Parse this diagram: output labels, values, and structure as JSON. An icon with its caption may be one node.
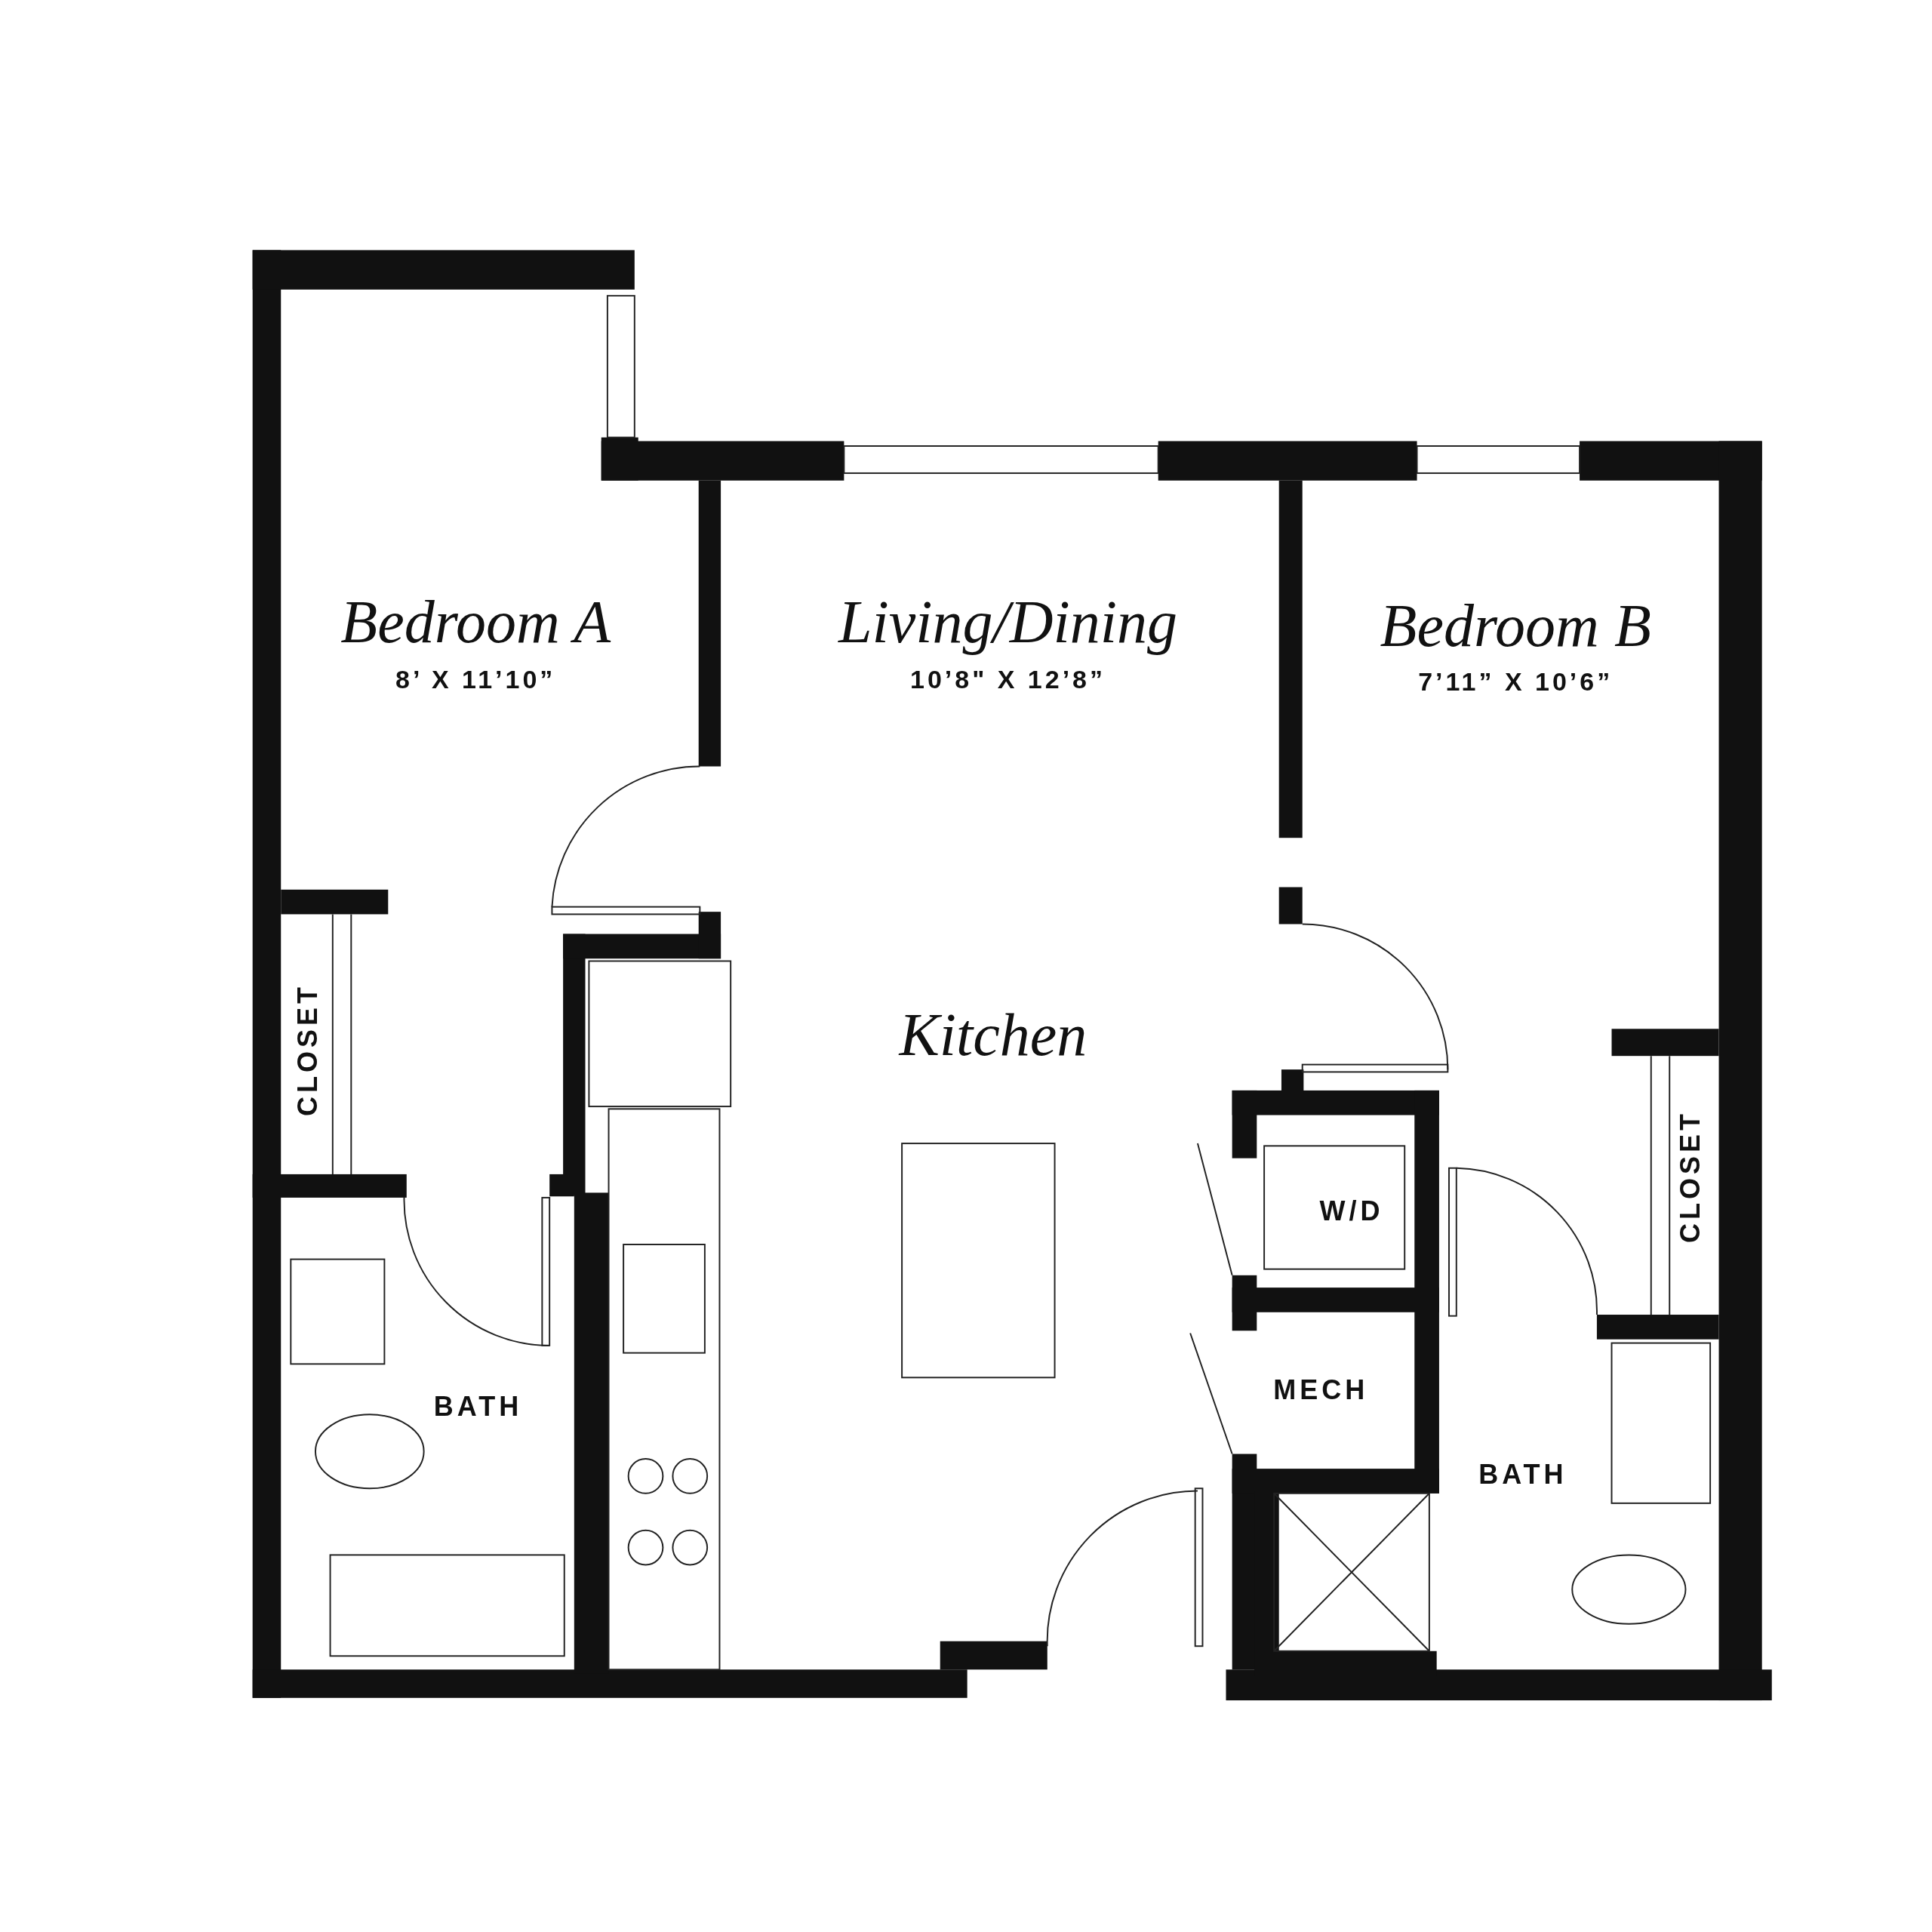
{
  "diagram": {
    "labels": [
      "Bedroom A",
      "8’ X 11’10”",
      "Living/Dining",
      "10’8\" X 12’8”",
      "Bedroom B",
      "7’11” X 10’6”",
      "Kitchen",
      "CLOSET",
      "CLOSET",
      "W/D",
      "MECH",
      "BATH",
      "BATH"
    ]
  }
}
